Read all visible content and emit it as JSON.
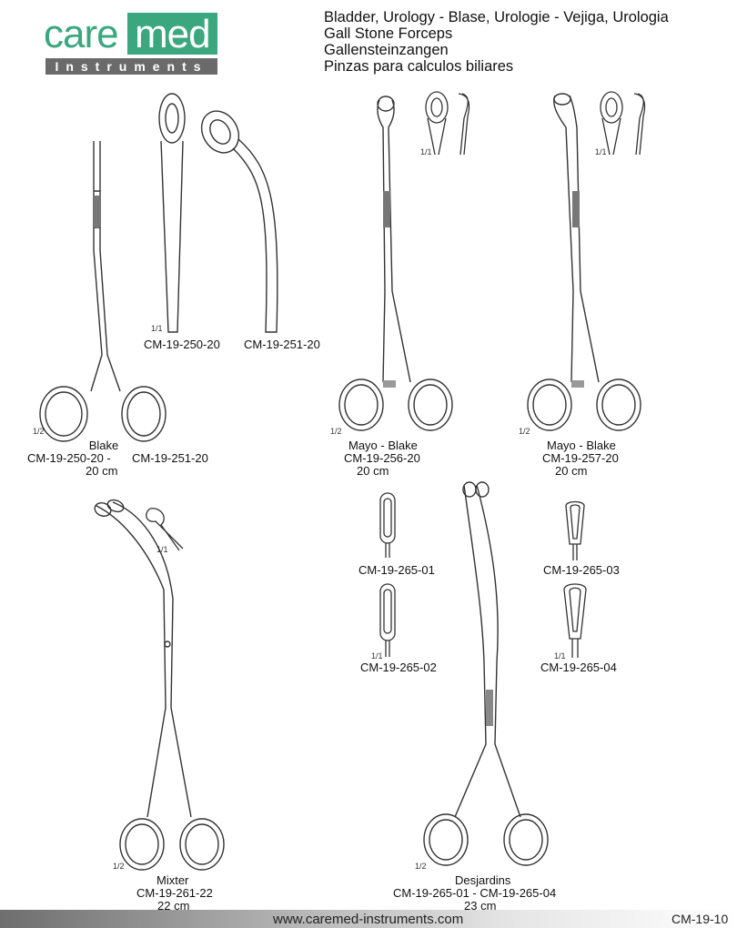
{
  "logo": {
    "care": "care",
    "med": "med",
    "sub": "Instruments"
  },
  "heading": {
    "line1": "Bladder, Urology  -  Blase, Urologie  -  Vejiga, Urologia",
    "line2": "Gall Stone Forceps",
    "line3": "Gallensteinzangen",
    "line4": "Pinzas para calculos biliares"
  },
  "scales": {
    "half": "1/2",
    "full": "1/1"
  },
  "blake": {
    "tip1_code": "CM-19-250-20",
    "tip2_code": "CM-19-251-20",
    "name": "Blake",
    "code_line": "CM-19-250-20  -",
    "code_right": "CM-19-251-20",
    "size": "20 cm"
  },
  "mayo1": {
    "name": "Mayo - Blake",
    "code": "CM-19-256-20",
    "size": "20 cm"
  },
  "mayo2": {
    "name": "Mayo - Blake",
    "code": "CM-19-257-20",
    "size": "20 cm"
  },
  "mixter": {
    "name": "Mixter",
    "code": "CM-19-261-22",
    "size": "22 cm"
  },
  "tips": {
    "t1": "CM-19-265-01",
    "t2": "CM-19-265-02",
    "t3": "CM-19-265-03",
    "t4": "CM-19-265-04"
  },
  "desjardins": {
    "name": "Desjardins",
    "code": "CM-19-265-01  -    CM-19-265-04",
    "size": "23 cm"
  },
  "footer": {
    "url": "www.caremed-instruments.com",
    "page": "CM-19-10"
  }
}
